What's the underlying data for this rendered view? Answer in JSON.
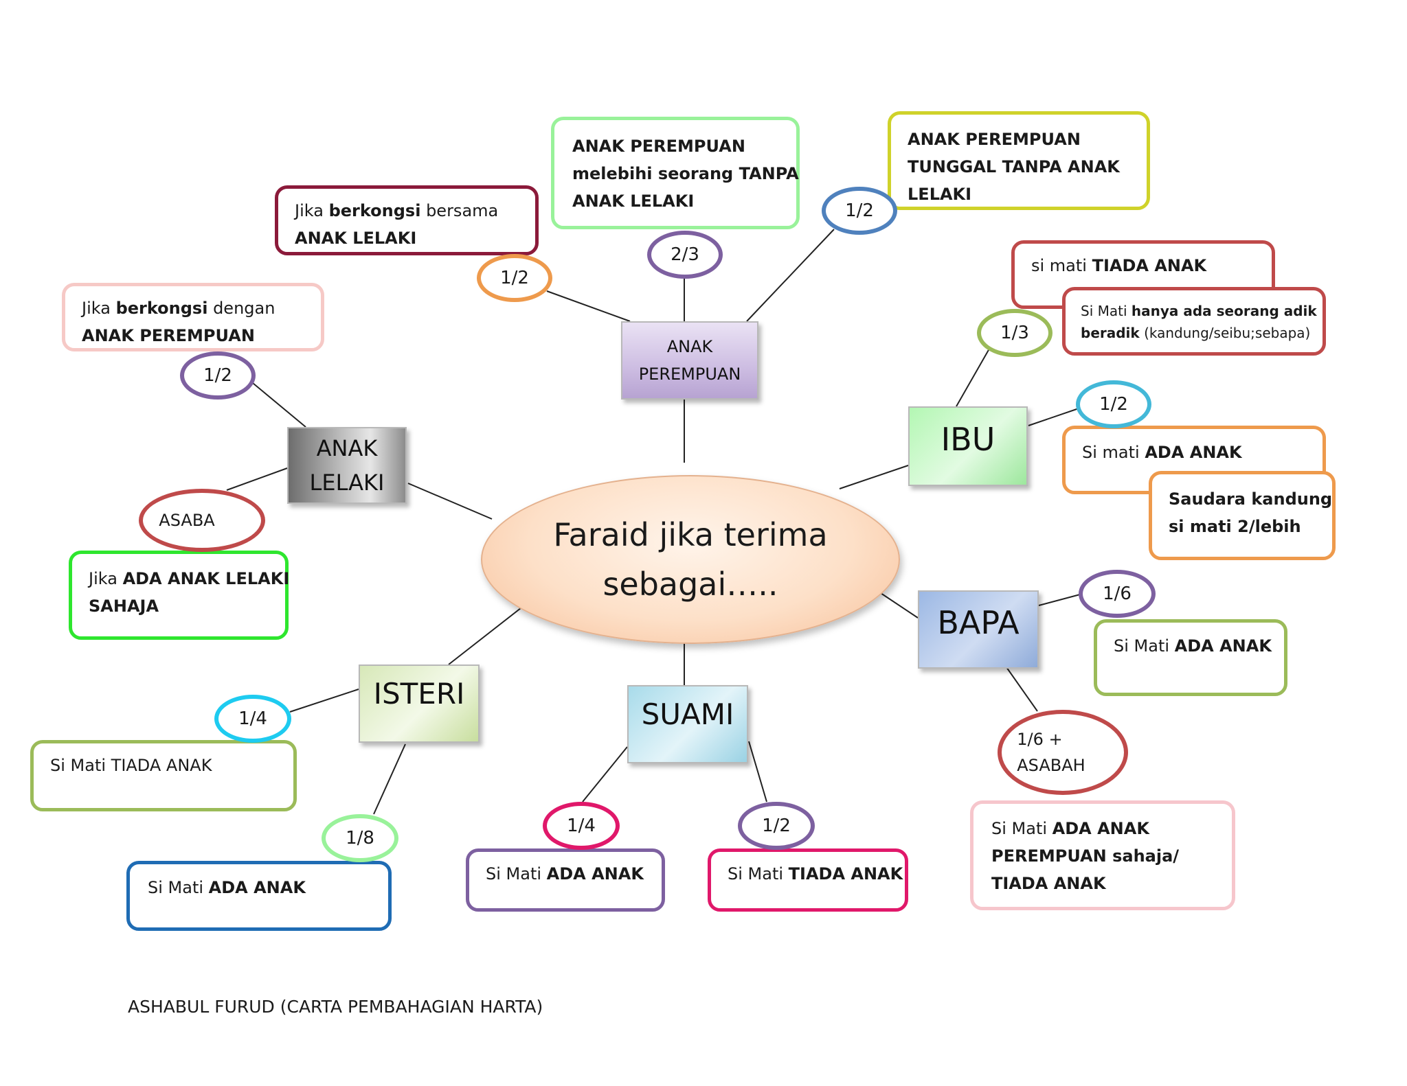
{
  "center": {
    "line1": "Faraid jika terima",
    "line2": "sebagai….."
  },
  "nodes": {
    "anak_perempuan": {
      "line1": "ANAK",
      "line2": "PEREMPUAN"
    },
    "anak_lelaki": {
      "line1": "ANAK",
      "line2": "LELAKI"
    },
    "ibu": "IBU",
    "bapa": "BAPA",
    "isteri": "ISTERI",
    "suami": "SUAMI"
  },
  "shares": {
    "ap_berkongsi": "1/2",
    "ap_lebih": "2/3",
    "ap_tunggal": "1/2",
    "al_berkongsi": "1/2",
    "al_asaba": "ASABA",
    "ibu_tiada": "1/3",
    "ibu_ada": "1/2",
    "bapa_ada": "1/6",
    "bapa_asabah_line1": "1/6 +",
    "bapa_asabah_line2": "ASABAH",
    "isteri_tiada": "1/4",
    "isteri_ada": "1/8",
    "suami_ada": "1/4",
    "suami_tiada": "1/2"
  },
  "conditions": {
    "ap_berkongsi": {
      "a": "Jika ",
      "b": "berkongsi",
      "c": " bersama",
      "d": "ANAK LELAKI"
    },
    "ap_lebih": {
      "l1": "ANAK PEREMPUAN",
      "l2": "melebihi seorang TANPA",
      "l3": "ANAK LELAKI"
    },
    "ap_tunggal": {
      "l1": "ANAK PEREMPUAN",
      "l2": "TUNGGAL TANPA ANAK",
      "l3": "LELAKI"
    },
    "al_berkongsi": {
      "a": "Jika ",
      "b": "berkongsi",
      "c": " dengan",
      "d": "ANAK PEREMPUAN"
    },
    "al_ada": {
      "a": "Jika ",
      "b": "ADA ANAK LELAKI",
      "c": "SAHAJA"
    },
    "ibu_tiada": {
      "a": "si mati ",
      "b": "TIADA ANAK"
    },
    "ibu_adik": {
      "a": "Si Mati ",
      "b": "hanya ada seorang adik",
      "c": "beradik",
      "d": " (kandung/seibu;sebapa)"
    },
    "ibu_ada": {
      "a": "Si mati ",
      "b": "ADA ANAK"
    },
    "ibu_saudara": {
      "l1": "Saudara kandung",
      "l2": "si mati 2/lebih"
    },
    "bapa_ada": {
      "a": "Si Mati ",
      "b": "ADA ANAK"
    },
    "bapa_perempuan": {
      "a": "Si Mati ",
      "b": "ADA ANAK",
      "l2": "PEREMPUAN sahaja/",
      "l3": "TIADA ANAK"
    },
    "isteri_tiada": "Si Mati TIADA ANAK",
    "isteri_ada": {
      "a": "Si Mati ",
      "b": "ADA ANAK"
    },
    "suami_ada": {
      "a": "Si Mati ",
      "b": "ADA ANAK"
    },
    "suami_tiada": {
      "a": "Si Mati ",
      "b": "TIADA ANAK"
    }
  },
  "footer": "ASHABUL FURUD (CARTA PEMBAHAGIAN HARTA)",
  "colors": {
    "maroon": "#8b1a3a",
    "light_green": "#99f29a",
    "yellow_green": "#cfd22a",
    "light_pink": "#f6c9c6",
    "bright_green": "#2ee62e",
    "red_brown": "#bf4a4a",
    "orange": "#ee9a4c",
    "olive_green": "#9bbb59",
    "teal": "#43b8d8",
    "purple": "#7d60a0",
    "blue": "#1f6cb4",
    "magenta": "#e0186a",
    "pink": "#f6c6cc"
  }
}
